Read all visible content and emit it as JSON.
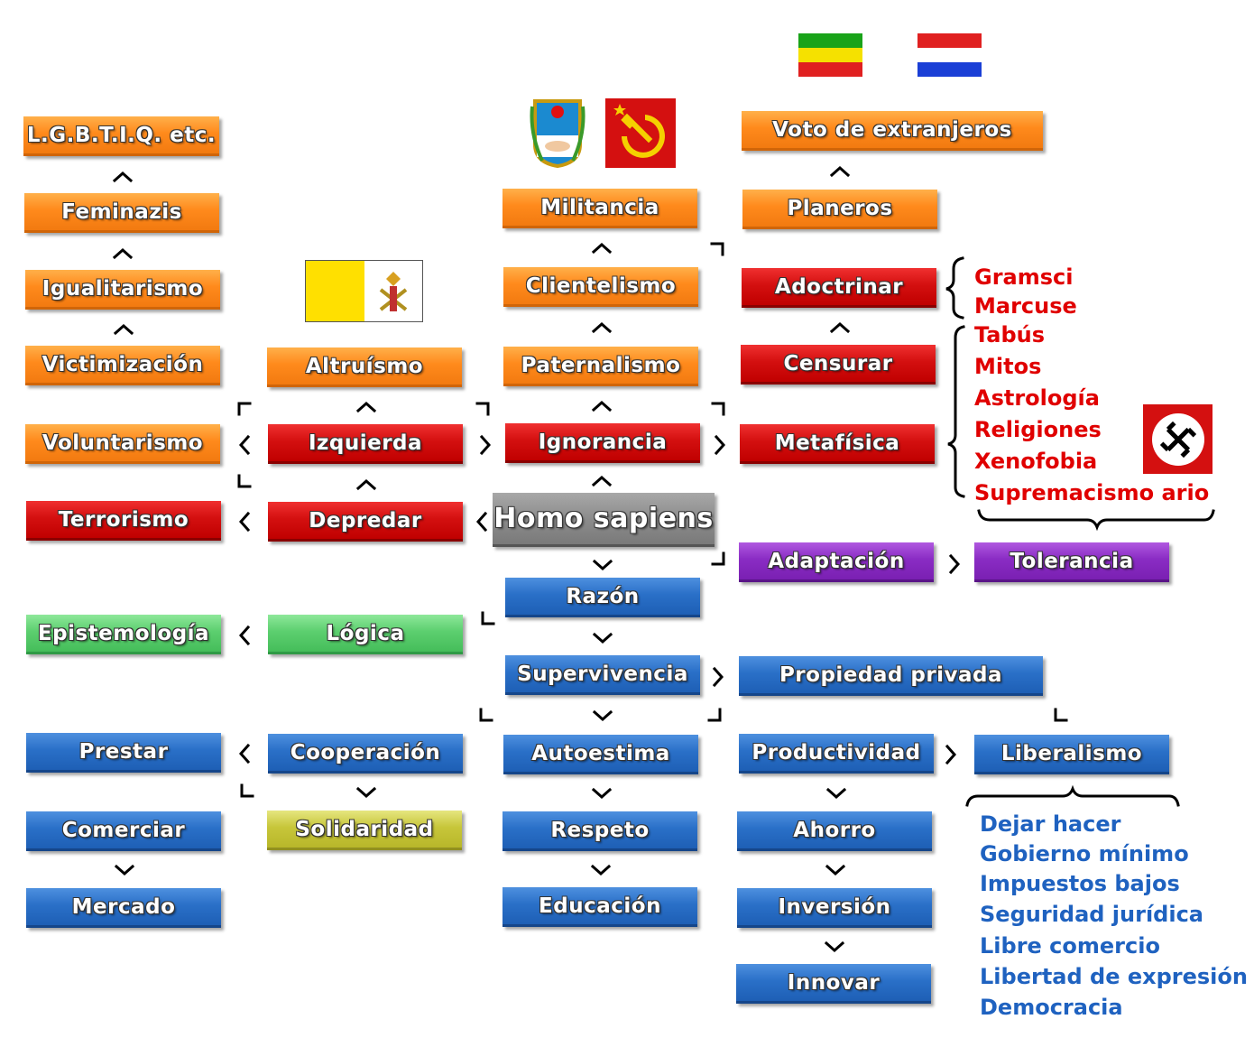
{
  "center": "Homo sapiens",
  "col1": [
    "L.G.B.T.I.Q. etc.",
    "Feminazis",
    "Igualitarismo",
    "Victimización",
    "Voluntarismo",
    "Terrorismo",
    "Epistemología",
    "Prestar",
    "Comerciar",
    "Mercado"
  ],
  "col2": [
    "Altruísmo",
    "Izquierda",
    "Depredar",
    "Lógica",
    "Cooperación",
    "Solidaridad"
  ],
  "col3": [
    "Militancia",
    "Clientelismo",
    "Paternalismo",
    "Ignorancia",
    "Razón",
    "Supervivencia",
    "Autoestima",
    "Respeto",
    "Educación"
  ],
  "col4": [
    "Voto de extranjeros",
    "Planeros",
    "Adoctrinar",
    "Censurar",
    "Metafísica",
    "Adaptación",
    "Propiedad privada",
    "Productividad",
    "Ahorro",
    "Inversión",
    "Innovar"
  ],
  "col5": [
    "Tolerancia",
    "Liberalismo"
  ],
  "red_list": [
    "Gramsci",
    "Marcuse",
    "Tabús",
    "Mitos",
    "Astrología",
    "Religiones",
    "Xenofobia",
    "Supremacismo ario"
  ],
  "blue_list": [
    "Dejar hacer",
    "Gobierno mínimo",
    "Impuestos bajos",
    "Seguridad jurídica",
    "Libre comercio",
    "Libertad de expresión",
    "Democracia"
  ],
  "icons": [
    "peronist-emblem-icon",
    "hammer-sickle-icon",
    "vatican-flag-icon",
    "bolivia-flag-icon",
    "paraguay-flag-icon",
    "swastika-icon"
  ],
  "colors": {
    "orange": "#ff8a1c",
    "red": "#d41010",
    "blue": "#2a70c8",
    "green": "#5ccf6f",
    "purple": "#8a2cc4",
    "olive": "#c7c63a",
    "gray": "#8c8c8c"
  }
}
